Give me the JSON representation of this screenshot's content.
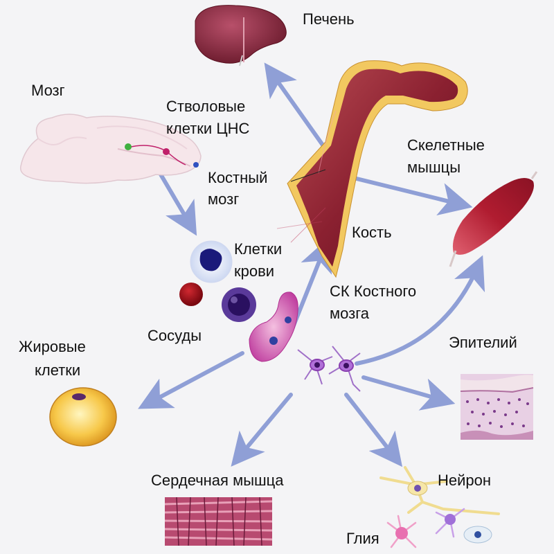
{
  "labels": {
    "liver": "Печень",
    "brain": "Мозг",
    "cns_stem_cells": [
      "Стволовые",
      "клетки ЦНС"
    ],
    "bone_marrow": [
      "Костный",
      "мозг"
    ],
    "skeletal_muscle": [
      "Скелетные",
      "мышцы"
    ],
    "bone": "Кость",
    "blood_cells": [
      "Клетки",
      "крови"
    ],
    "marrow_stem_cells": [
      "СК Костного",
      "мозга"
    ],
    "vessels": "Сосуды",
    "fat_cells": [
      "Жировые",
      "клетки"
    ],
    "epithelium": "Эпителий",
    "cardiac_muscle": "Сердечная мышца",
    "neuron": "Нейрон",
    "glia": "Глия"
  },
  "colors": {
    "arrow": "#8f9fd6",
    "bone": "#a0323a",
    "liver": "#8a2438",
    "muscle": "#b8283a",
    "fat_cell": "#f0b43a",
    "stem_cell": "#9a4ec0",
    "brain": "#f6e6ea"
  }
}
